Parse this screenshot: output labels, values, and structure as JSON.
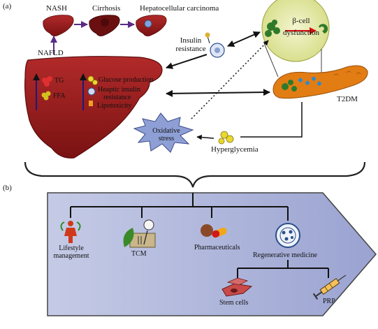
{
  "panels": {
    "a": "(a)",
    "b": "(b)"
  },
  "liver_progression": {
    "nash": "NASH",
    "cirrhosis": "Cirrhosis",
    "hcc": "Hepatocellular carcinoma",
    "nafld": "NAFLD"
  },
  "liver_content": {
    "tg": "TG",
    "ffa": "FFA",
    "glucose_production": "Glucose production",
    "hepatic_insulin_resistance_1": "Heaptic insulin",
    "hepatic_insulin_resistance_2": "resistance",
    "lipotoxicity": "Lipotoxicity"
  },
  "insulin_resistance": {
    "line1": "Insulin",
    "line2": "resistance"
  },
  "beta_cell": {
    "line1": "β-cell",
    "line2": "dysfunction"
  },
  "t2dm": "T2DM",
  "oxidative_stress": {
    "line1": "Oxidative",
    "line2": "stress"
  },
  "hyperglycemia": "Hyperglycemia",
  "treatments": {
    "lifestyle": {
      "line1": "Lifestyle",
      "line2": "management"
    },
    "tcm": "TCM",
    "pharmaceuticals": "Pharmaceuticals",
    "regenerative": "Regenerative medicine",
    "stem_cells": "Stem cells",
    "prp": "PRP"
  },
  "colors": {
    "liver": "#9b1c1c",
    "pancreas": "#e07b12",
    "circle": "#e8ecb0",
    "panel_bg": "#b9c0df",
    "oxidative": "#8e9fd6"
  }
}
